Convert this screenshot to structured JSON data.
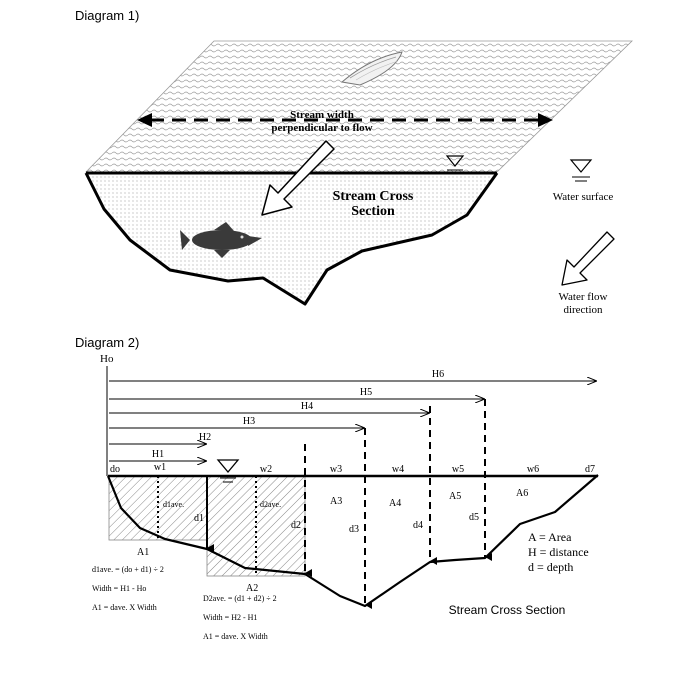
{
  "diagram1": {
    "heading": "Diagram 1)",
    "width_label_line1": "Stream width",
    "width_label_line2": "perpendicular to flow",
    "section_label_line1": "Stream Cross",
    "section_label_line2": "Section",
    "legend_water_surface": "Water surface",
    "legend_flow_line1": "Water flow",
    "legend_flow_line2": "direction"
  },
  "diagram2": {
    "heading": "Diagram 2)",
    "origin_label": "Ho",
    "distances": [
      "H1",
      "H2",
      "H3",
      "H4",
      "H5",
      "H6"
    ],
    "widths": [
      "w1",
      "w2",
      "w3",
      "w4",
      "w5",
      "w6"
    ],
    "depth_ends": [
      "do",
      "d7"
    ],
    "depths": [
      "d1",
      "d2",
      "d3",
      "d4",
      "d5"
    ],
    "areas": [
      "A1",
      "A2",
      "A3",
      "A4",
      "A5",
      "A6"
    ],
    "avg_depth_1": "d1ave.",
    "avg_depth_2": "d2ave.",
    "formulas_left": [
      "d1ave. = (do + d1) ÷ 2",
      "Width = H1 - Ho",
      "A1 = dave. X Width"
    ],
    "formulas_right": [
      "D2ave. = (d1 + d2) ÷ 2",
      "Width = H2 - H1",
      "A1 = dave. X Width"
    ],
    "legend": [
      "A = Area",
      "H = distance",
      "d = depth"
    ],
    "caption": "Stream Cross Section"
  }
}
